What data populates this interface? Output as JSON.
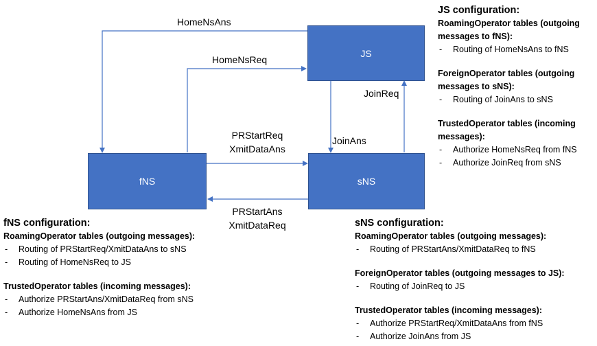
{
  "nodes": {
    "js": "JS",
    "fns": "fNS",
    "sns": "sNS"
  },
  "edges": {
    "home_ns_ans": "HomeNsAns",
    "home_ns_req": "HomeNsReq",
    "join_req": "JoinReq",
    "join_ans": "JoinAns",
    "fns_to_sns": [
      "PRStartReq",
      "XmitDataAns"
    ],
    "sns_to_fns": [
      "PRStartAns",
      "XmitDataReq"
    ]
  },
  "colors": {
    "node_fill": "#4472c4",
    "node_border": "#2f528f",
    "line": "#4472c4"
  },
  "js_config": {
    "title": "JS configuration:",
    "sections": [
      {
        "heading": [
          "RoamingOperator tables (outgoing",
          "messages to fNS):"
        ],
        "items": [
          "Routing of HomeNsAns to fNS"
        ]
      },
      {
        "heading": [
          "ForeignOperator tables (outgoing",
          "messages to sNS):"
        ],
        "items": [
          "Routing of JoinAns to sNS"
        ]
      },
      {
        "heading": [
          "TrustedOperator tables (incoming",
          "messages):"
        ],
        "items": [
          "Authorize HomeNsReq from fNS",
          "Authorize JoinReq from sNS"
        ]
      }
    ]
  },
  "fns_config": {
    "title": "fNS configuration:",
    "sections": [
      {
        "heading": [
          "RoamingOperator tables (outgoing messages):"
        ],
        "items": [
          "Routing of PRStartReq/XmitDataAns to sNS",
          "Routing of HomeNsReq to JS"
        ]
      },
      {
        "heading": [
          "TrustedOperator tables (incoming messages):"
        ],
        "items": [
          "Authorize PRStartAns/XmitDataReq from sNS",
          "Authorize HomeNsAns from JS"
        ]
      }
    ]
  },
  "sns_config": {
    "title": "sNS configuration:",
    "sections": [
      {
        "heading": [
          "RoamingOperator tables (outgoing messages):"
        ],
        "items": [
          "Routing of PRStartAns/XmitDataReq to fNS"
        ]
      },
      {
        "heading": [
          "ForeignOperator tables (outgoing messages to JS):"
        ],
        "items": [
          "Routing of JoinReq to JS"
        ]
      },
      {
        "heading": [
          "TrustedOperator tables (incoming messages):"
        ],
        "items": [
          "Authorize PRStartReq/XmitDataAns from fNS",
          "Authorize JoinAns from JS"
        ]
      }
    ]
  }
}
